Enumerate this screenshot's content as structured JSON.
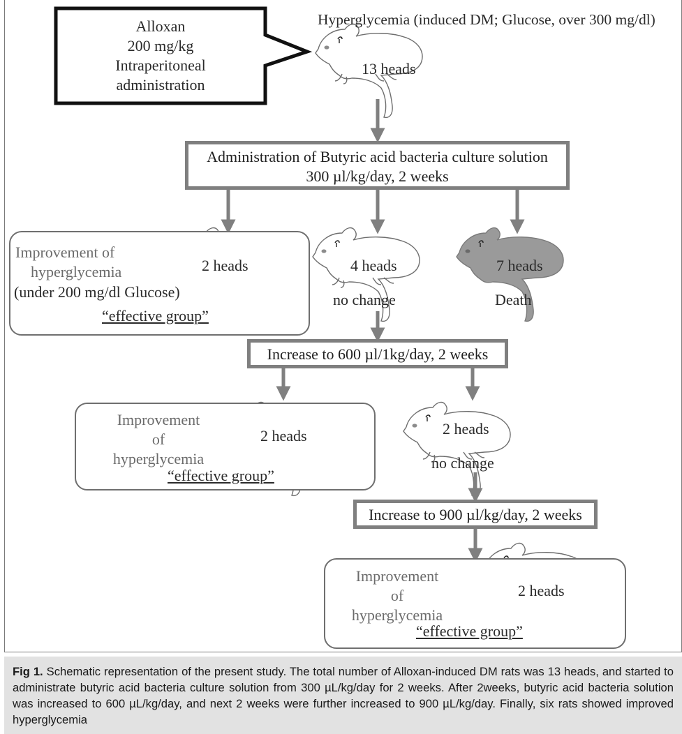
{
  "callout": {
    "line1": "Alloxan",
    "line2": "200 mg/kg",
    "line3": "Intraperitoneal",
    "line4": "administration"
  },
  "top_label": "Hyperglycemia (induced DM; Glucose, over 300 mg/dl)",
  "start_count": "13 heads",
  "dose1": {
    "line1": "Administration of Butyric acid bacteria culture solution",
    "line2": "300 µl/kg/day, 2 weeks"
  },
  "stage1": {
    "improve_line1": "Improvement of",
    "improve_line2": "hyperglycemia",
    "improve_line3": "(under 200 mg/dl Glucose)",
    "effective": "“effective group”",
    "improve_count": "2 heads",
    "nochange_count": "4 heads",
    "nochange_label": "no change",
    "death_count": "7 heads",
    "death_label": "Death"
  },
  "dose2": "Increase to 600 µl/1kg/day, 2 weeks",
  "stage2": {
    "improve_line1": "Improvement",
    "improve_line2": "of",
    "improve_line3": "hyperglycemia",
    "effective": "“effective group”",
    "improve_count": "2 heads",
    "nochange_count": "2 heads",
    "nochange_label": "no change"
  },
  "dose3": "Increase to 900 µl/kg/day, 2 weeks",
  "stage3": {
    "improve_line1": "Improvement",
    "improve_line2": "of",
    "improve_line3": "hyperglycemia",
    "effective": "“effective group”",
    "improve_count": "2 heads"
  },
  "caption": {
    "label": "Fig 1.",
    "text": " Schematic representation of the present study. The total number of Alloxan-induced DM rats was 13 heads, and started to administrate butyric acid bacteria culture solution from 300 µL/kg/day for 2 weeks. After 2weeks, butyric acid bacteria solution was increased to 600 µL/kg/day, and next 2 weeks were further increased to 900 µL/kg/day. Finally, six rats showed improved hyperglycemia"
  },
  "colors": {
    "arrow": "#808080",
    "death_rat": "#9a9a9a",
    "caption_bg": "#e2e2e2"
  }
}
